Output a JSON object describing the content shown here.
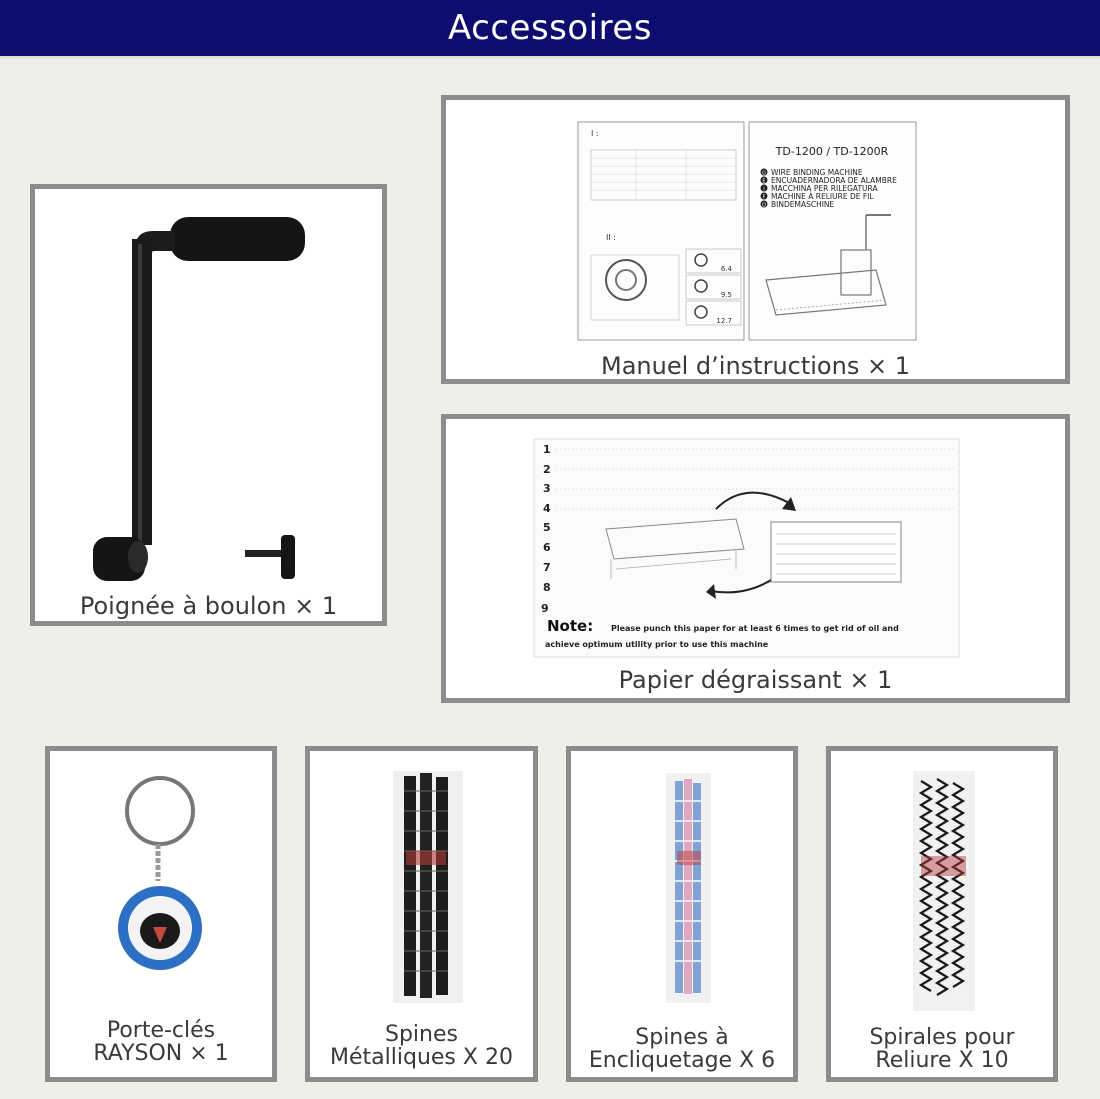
{
  "header": {
    "title": "Accessoires"
  },
  "items": {
    "handle": {
      "caption": "Poignée à boulon × 1"
    },
    "manual": {
      "caption": "Manuel d’instructions × 1",
      "model": "TD-1200 / TD-1200R",
      "languages": [
        "WIRE BINDING MACHINE",
        "ENCUADERNADORA DE ALAMBRE",
        "MACCHINA PER RILEGATURA",
        "MACHINE À RELIURE DE FIL",
        "BINDEMASCHINE"
      ],
      "language_marks": [
        "G",
        "E",
        "I",
        "F",
        "D"
      ],
      "section_i": "I :",
      "section_ii": "II :",
      "sizes": [
        "6.4",
        "9.5",
        "12.7"
      ]
    },
    "paper": {
      "caption": "Papier dégraissant × 1",
      "line_numbers": [
        "1",
        "2",
        "3",
        "4",
        "5",
        "6",
        "7",
        "8",
        "9"
      ],
      "note_label": "Note:",
      "note_text_1": "Please punch this paper for at least 6 times to get rid of oil and",
      "note_text_2": "achieve optimum utility prior to use this machine"
    },
    "keychain": {
      "caption_line1": "Porte-clés",
      "caption_line2": "RAYSON × 1"
    },
    "metal_spines": {
      "caption_line1": "Spines",
      "caption_line2": "Métalliques X 20"
    },
    "snap_spines": {
      "caption_line1": "Spines à",
      "caption_line2": "Encliquetage X 6"
    },
    "spirals": {
      "caption_line1": "Spirales pour",
      "caption_line2": "Reliure X 10"
    }
  },
  "colors": {
    "header_bg": "#0c0d6e",
    "page_bg": "#efeeea",
    "card_border": "#8c8c8c",
    "keychain_ring": "#2d6fc4"
  }
}
